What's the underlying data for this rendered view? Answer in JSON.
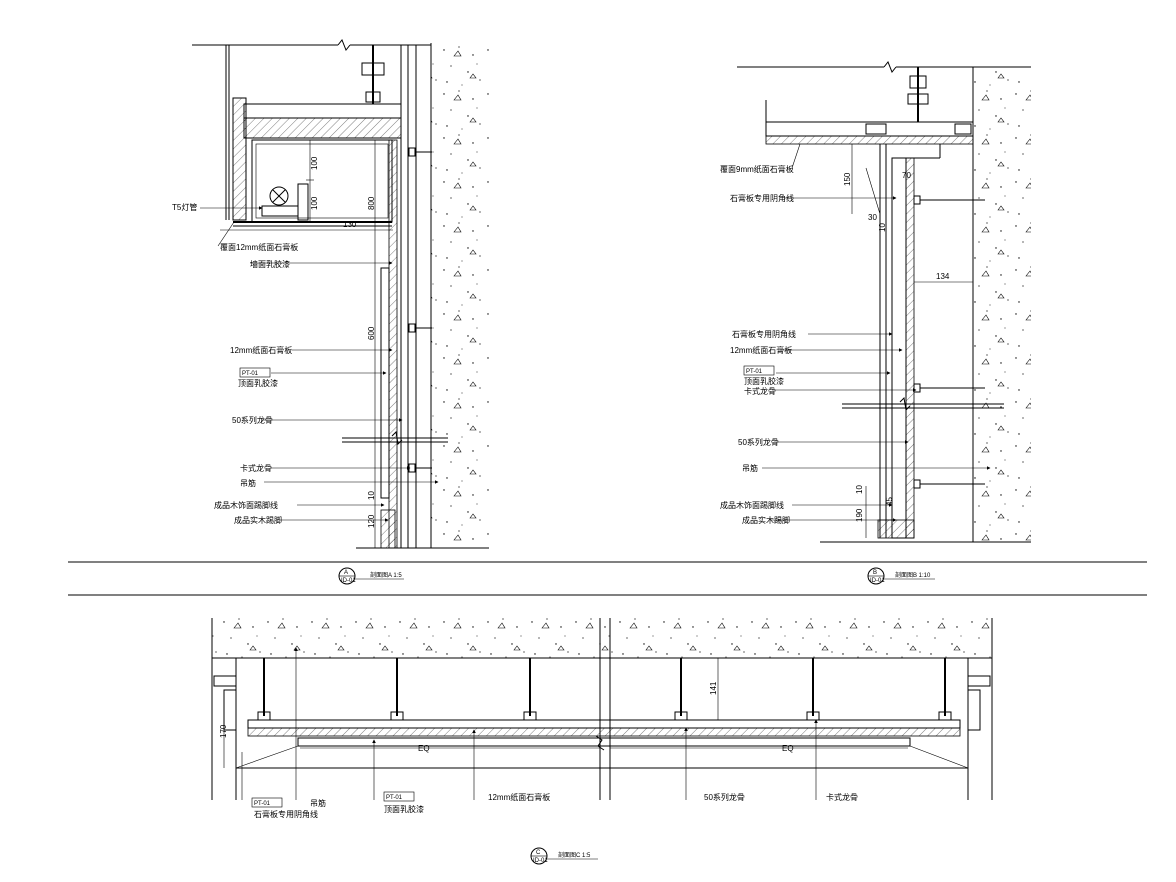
{
  "left_section": {
    "labels": {
      "t5": "T5灯管",
      "board_top": "覆面12mm纸面石膏板",
      "wall_surface": "墙面乳胶漆",
      "gypsum": "12mm纸面石膏板",
      "ceiling_paint": "顶面乳胶漆",
      "keel50": "50系列龙骨",
      "clip_keel": "卡式龙骨",
      "hanger": "吊筋",
      "wood_line": "成品木饰面踢脚线",
      "skirting": "成品实木踢脚"
    },
    "dims": {
      "d100a": "100",
      "d100b": "100",
      "d800": "800",
      "d130": "130",
      "d600": "600",
      "d10": "10",
      "d120": "120"
    },
    "tag_code": "PT-01",
    "title": "剖面图A  1:5"
  },
  "right_section": {
    "labels": {
      "board_top": "覆面9mm纸面石膏板",
      "shadow_line": "石膏板专用阴角线",
      "edge_line": "石膏板专用阴角线",
      "gypsum": "12mm纸面石膏板",
      "ceiling_paint": "顶面乳胶漆",
      "clip_keel": "卡式龙骨",
      "keel50": "50系列龙骨",
      "hanger": "吊筋",
      "wood_line": "成品木饰面踢脚线",
      "skirting": "成品实木踢脚"
    },
    "dims": {
      "d150": "150",
      "d70": "70",
      "d30": "30",
      "d10": "10",
      "d134": "134",
      "d10b": "10",
      "d190": "190",
      "d45": "45"
    },
    "tag_code": "PT-01",
    "title": "剖面图B  1:10"
  },
  "bottom_section": {
    "labels": {
      "shadow_line": "石膏板专用阴角线",
      "hanger": "吊筋",
      "ceiling_paint": "顶面乳胶漆",
      "gypsum": "12mm纸面石膏板",
      "keel50": "50系列龙骨",
      "clip_keel": "卡式龙骨"
    },
    "dims": {
      "d170": "170",
      "d141": "141",
      "eq1": "EQ",
      "eq2": "EQ"
    },
    "tag_code": "PT-01",
    "title": "剖面图C  1:5"
  },
  "markers": {
    "left": {
      "top": "A",
      "bottom": "ID-01"
    },
    "right": {
      "top": "B",
      "bottom": "ID-01"
    },
    "bottom": {
      "top": "C",
      "bottom": "ID-01"
    }
  }
}
